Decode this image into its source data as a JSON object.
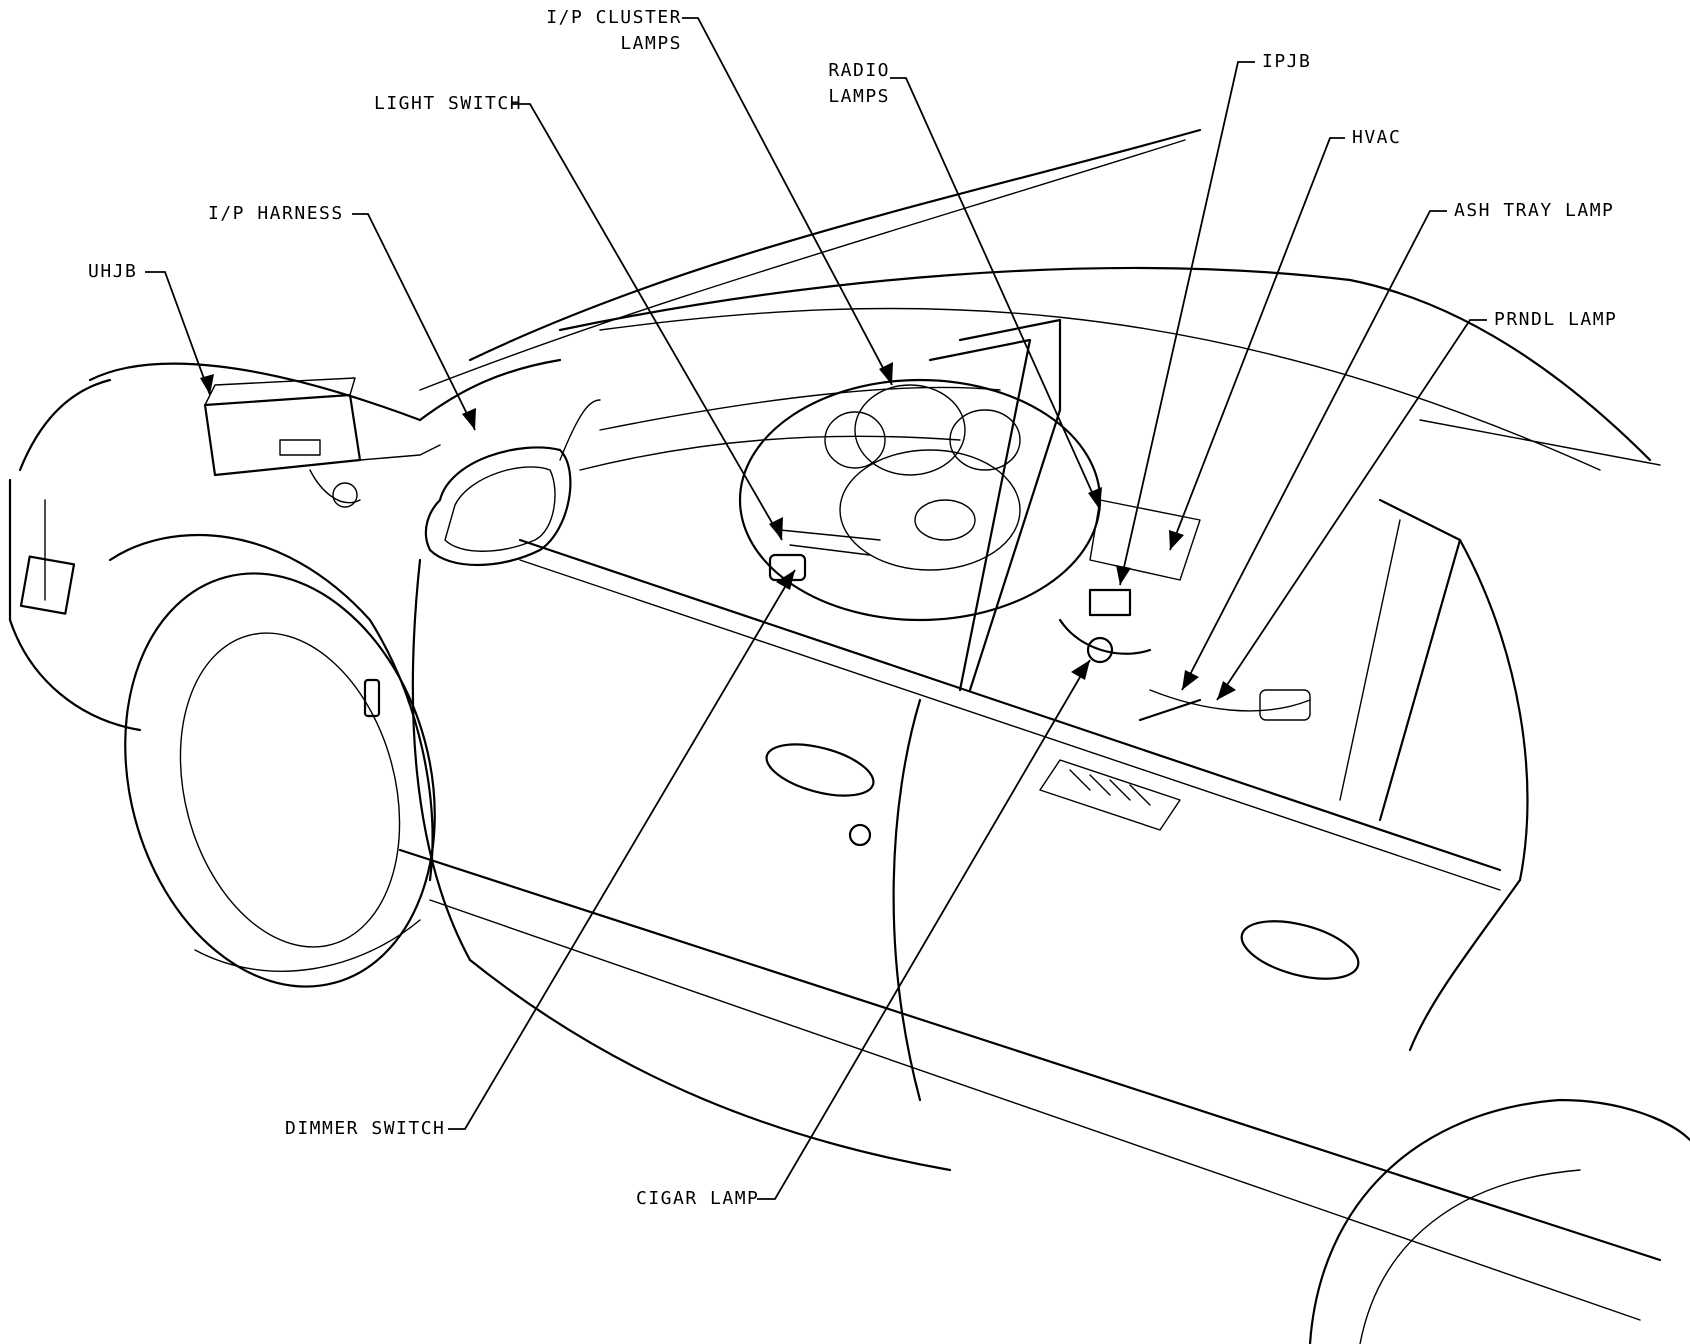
{
  "callouts": [
    {
      "id": "uhjb",
      "lines": [
        "UHJB"
      ]
    },
    {
      "id": "ip-harness",
      "lines": [
        "I/P HARNESS"
      ]
    },
    {
      "id": "light-switch",
      "lines": [
        "LIGHT SWITCH"
      ]
    },
    {
      "id": "ip-cluster-lamps",
      "lines": [
        "I/P CLUSTER",
        "LAMPS"
      ]
    },
    {
      "id": "radio-lamps",
      "lines": [
        "RADIO",
        "LAMPS"
      ]
    },
    {
      "id": "ipjb",
      "lines": [
        "IPJB"
      ]
    },
    {
      "id": "hvac",
      "lines": [
        "HVAC"
      ]
    },
    {
      "id": "ash-tray-lamp",
      "lines": [
        "ASH TRAY LAMP"
      ]
    },
    {
      "id": "prndl-lamp",
      "lines": [
        "PRNDL LAMP"
      ]
    },
    {
      "id": "dimmer-switch",
      "lines": [
        "DIMMER SWITCH"
      ]
    },
    {
      "id": "cigar-lamp",
      "lines": [
        "CIGAR LAMP"
      ]
    }
  ]
}
